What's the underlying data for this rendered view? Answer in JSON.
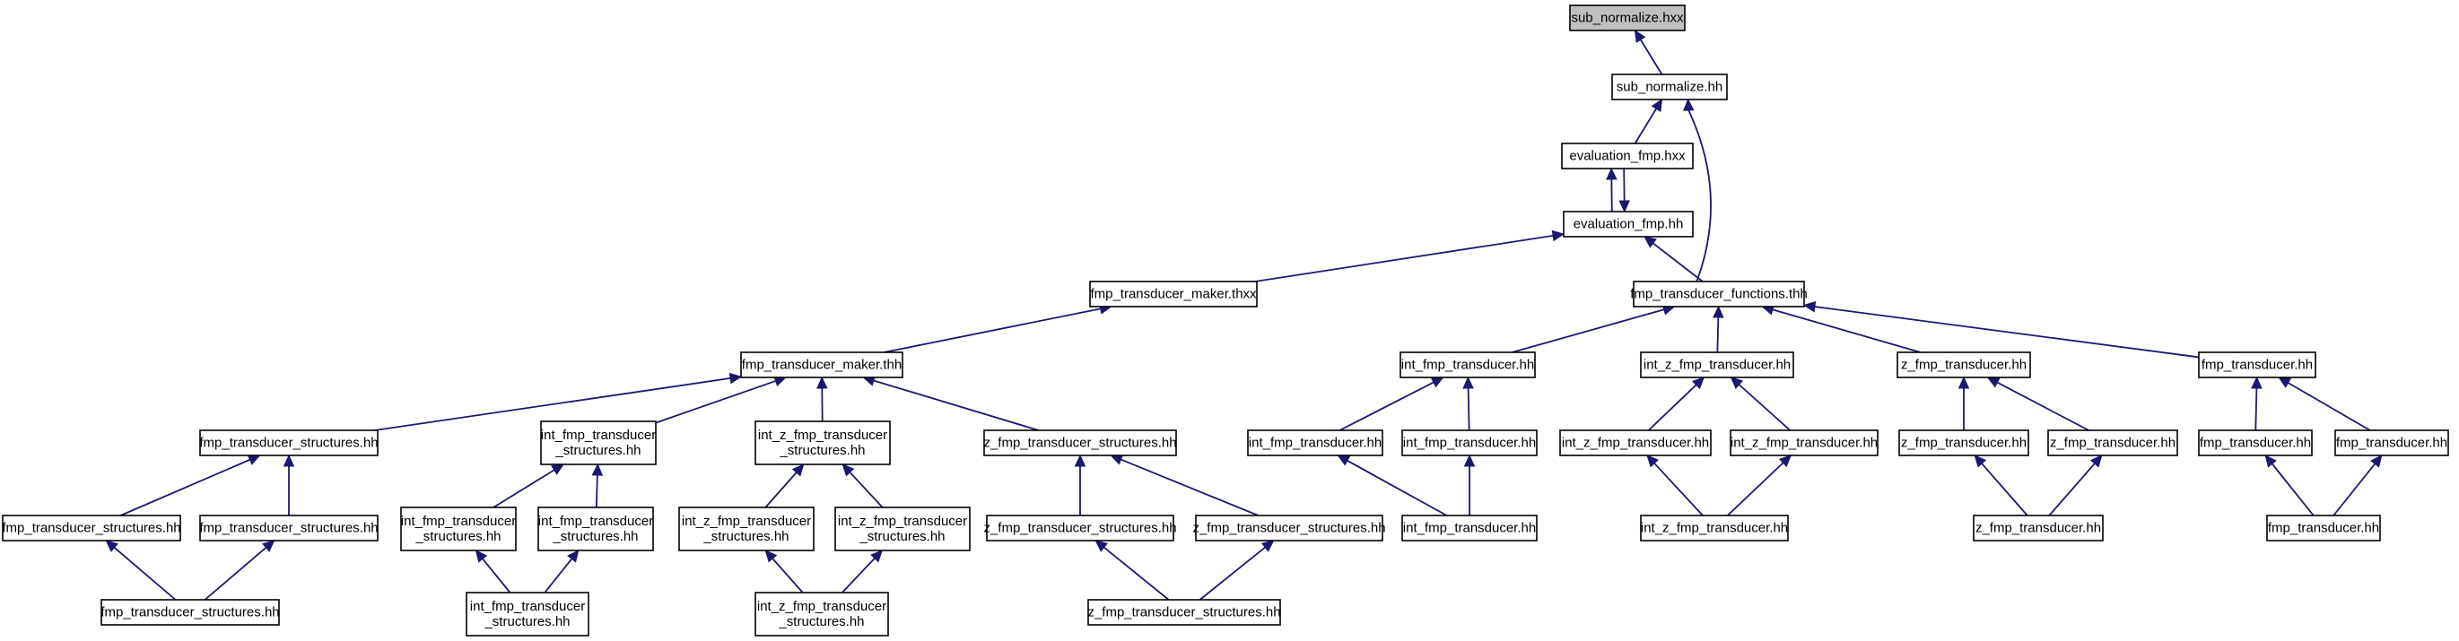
{
  "graph": {
    "edge_color": "#191970",
    "root_fill": "#bfbfbf",
    "nodes": [
      {
        "id": "n0",
        "lines": [
          "sub_normalize.hxx"
        ],
        "root": true
      },
      {
        "id": "n1",
        "lines": [
          "sub_normalize.hh"
        ]
      },
      {
        "id": "n2",
        "lines": [
          "evaluation_fmp.hxx"
        ]
      },
      {
        "id": "n3",
        "lines": [
          "evaluation_fmp.hh"
        ]
      },
      {
        "id": "n4",
        "lines": [
          "fmp_transducer_maker.thxx"
        ]
      },
      {
        "id": "n5",
        "lines": [
          "fmp_transducer_functions.thh"
        ]
      },
      {
        "id": "n6",
        "lines": [
          "fmp_transducer_maker.thh"
        ]
      },
      {
        "id": "n7",
        "lines": [
          "int_fmp_transducer.hh"
        ]
      },
      {
        "id": "n8",
        "lines": [
          "int_z_fmp_transducer.hh"
        ]
      },
      {
        "id": "n9",
        "lines": [
          "z_fmp_transducer.hh"
        ]
      },
      {
        "id": "n10",
        "lines": [
          "fmp_transducer.hh"
        ]
      },
      {
        "id": "n11",
        "lines": [
          "fmp_transducer_structures.hh"
        ]
      },
      {
        "id": "n12",
        "lines": [
          "int_fmp_transducer",
          "_structures.hh"
        ]
      },
      {
        "id": "n13",
        "lines": [
          "int_z_fmp_transducer",
          "_structures.hh"
        ]
      },
      {
        "id": "n14",
        "lines": [
          "z_fmp_transducer_structures.hh"
        ]
      },
      {
        "id": "n15",
        "lines": [
          "int_fmp_transducer.hh"
        ]
      },
      {
        "id": "n16",
        "lines": [
          "int_fmp_transducer.hh"
        ]
      },
      {
        "id": "n17",
        "lines": [
          "int_z_fmp_transducer.hh"
        ]
      },
      {
        "id": "n18",
        "lines": [
          "int_z_fmp_transducer.hh"
        ]
      },
      {
        "id": "n19",
        "lines": [
          "z_fmp_transducer.hh"
        ]
      },
      {
        "id": "n20",
        "lines": [
          "z_fmp_transducer.hh"
        ]
      },
      {
        "id": "n21",
        "lines": [
          "fmp_transducer.hh"
        ]
      },
      {
        "id": "n22",
        "lines": [
          "fmp_transducer.hh"
        ]
      },
      {
        "id": "n23",
        "lines": [
          "fmp_transducer_structures.hh"
        ]
      },
      {
        "id": "n24",
        "lines": [
          "fmp_transducer_structures.hh"
        ]
      },
      {
        "id": "n25",
        "lines": [
          "int_fmp_transducer",
          "_structures.hh"
        ]
      },
      {
        "id": "n26",
        "lines": [
          "int_fmp_transducer",
          "_structures.hh"
        ]
      },
      {
        "id": "n27",
        "lines": [
          "int_z_fmp_transducer",
          "_structures.hh"
        ]
      },
      {
        "id": "n28",
        "lines": [
          "int_z_fmp_transducer",
          "_structures.hh"
        ]
      },
      {
        "id": "n29",
        "lines": [
          "z_fmp_transducer_structures.hh"
        ]
      },
      {
        "id": "n30",
        "lines": [
          "z_fmp_transducer_structures.hh"
        ]
      },
      {
        "id": "n31",
        "lines": [
          "int_fmp_transducer.hh"
        ]
      },
      {
        "id": "n32",
        "lines": [
          "int_z_fmp_transducer.hh"
        ]
      },
      {
        "id": "n33",
        "lines": [
          "z_fmp_transducer.hh"
        ]
      },
      {
        "id": "n34",
        "lines": [
          "fmp_transducer.hh"
        ]
      },
      {
        "id": "n35",
        "lines": [
          "fmp_transducer_structures.hh"
        ]
      },
      {
        "id": "n36",
        "lines": [
          "int_fmp_transducer",
          "_structures.hh"
        ]
      },
      {
        "id": "n37",
        "lines": [
          "int_z_fmp_transducer",
          "_structures.hh"
        ]
      },
      {
        "id": "n38",
        "lines": [
          "z_fmp_transducer_structures.hh"
        ]
      }
    ],
    "edges": [
      [
        "n1",
        "n0"
      ],
      [
        "n2",
        "n1"
      ],
      [
        "n5",
        "n1"
      ],
      [
        "n3",
        "n2"
      ],
      [
        "n2",
        "n3"
      ],
      [
        "n4",
        "n3"
      ],
      [
        "n5",
        "n3"
      ],
      [
        "n6",
        "n4"
      ],
      [
        "n7",
        "n5"
      ],
      [
        "n8",
        "n5"
      ],
      [
        "n9",
        "n5"
      ],
      [
        "n10",
        "n5"
      ],
      [
        "n11",
        "n6"
      ],
      [
        "n12",
        "n6"
      ],
      [
        "n13",
        "n6"
      ],
      [
        "n14",
        "n6"
      ],
      [
        "n15",
        "n7"
      ],
      [
        "n16",
        "n7"
      ],
      [
        "n17",
        "n8"
      ],
      [
        "n18",
        "n8"
      ],
      [
        "n19",
        "n9"
      ],
      [
        "n20",
        "n9"
      ],
      [
        "n21",
        "n10"
      ],
      [
        "n22",
        "n10"
      ],
      [
        "n23",
        "n11"
      ],
      [
        "n24",
        "n11"
      ],
      [
        "n25",
        "n12"
      ],
      [
        "n26",
        "n12"
      ],
      [
        "n27",
        "n13"
      ],
      [
        "n28",
        "n13"
      ],
      [
        "n29",
        "n14"
      ],
      [
        "n30",
        "n14"
      ],
      [
        "n31",
        "n15"
      ],
      [
        "n31",
        "n16"
      ],
      [
        "n32",
        "n17"
      ],
      [
        "n32",
        "n18"
      ],
      [
        "n33",
        "n19"
      ],
      [
        "n33",
        "n20"
      ],
      [
        "n34",
        "n21"
      ],
      [
        "n34",
        "n22"
      ],
      [
        "n35",
        "n23"
      ],
      [
        "n35",
        "n24"
      ],
      [
        "n36",
        "n25"
      ],
      [
        "n36",
        "n26"
      ],
      [
        "n37",
        "n27"
      ],
      [
        "n37",
        "n28"
      ],
      [
        "n38",
        "n29"
      ],
      [
        "n38",
        "n30"
      ]
    ]
  }
}
